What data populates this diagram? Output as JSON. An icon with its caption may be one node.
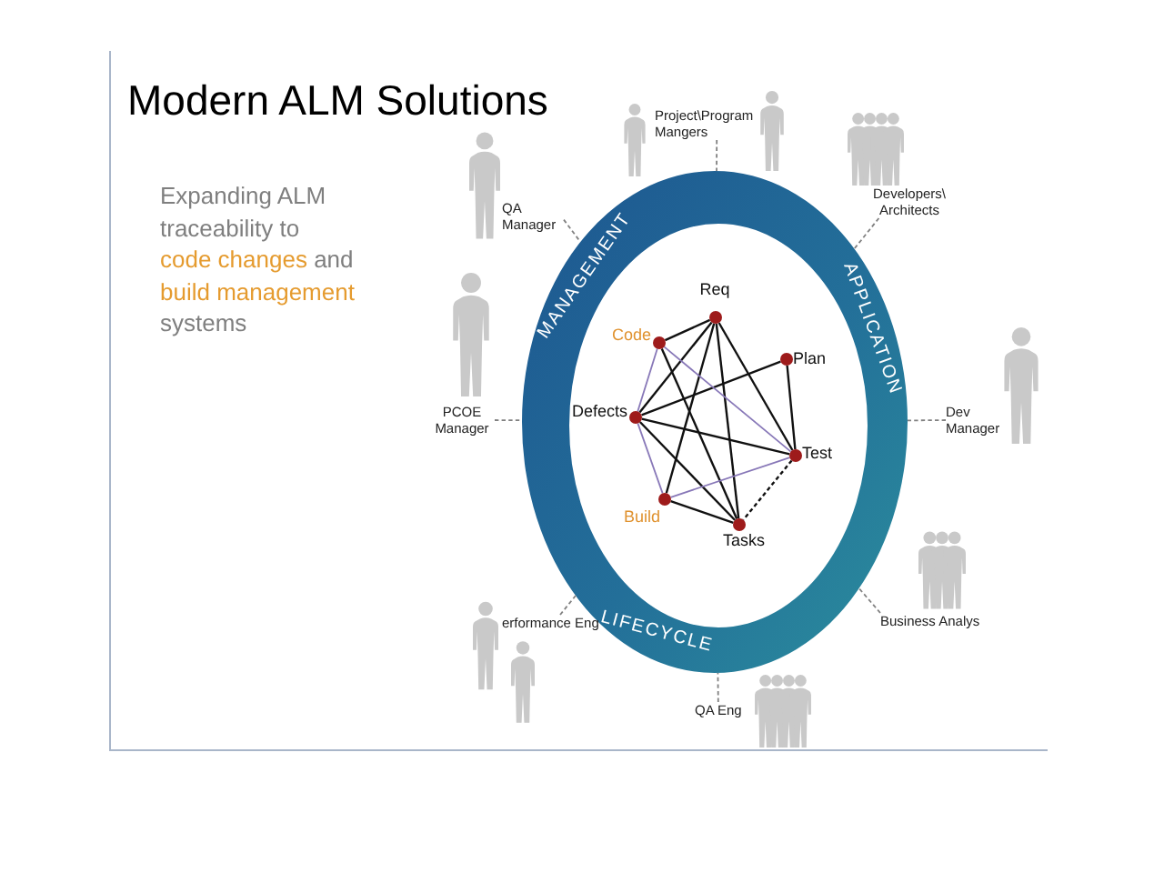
{
  "diagram": {
    "title": "Modern ALM Solutions",
    "nodes": [
      {
        "text": [
          "MANAGEMENT",
          "APPLICATION",
          "LIFECYCLE"
        ]
      },
      {
        "text": [],
        "shape": "circle",
        "in": 0,
        "beside": [
          "Req"
        ]
      },
      {
        "text": [],
        "shape": "circle",
        "in": 0,
        "beside": [
          "Code"
        ]
      },
      {
        "text": [],
        "shape": "circle",
        "in": 0,
        "beside": [
          "Plan"
        ]
      },
      {
        "text": [],
        "shape": "circle",
        "in": 0,
        "beside": [
          "Defects"
        ]
      },
      {
        "text": [],
        "shape": "circle",
        "in": 0,
        "beside": [
          "Test"
        ]
      },
      {
        "text": [],
        "shape": "circle",
        "in": 0,
        "beside": [
          "Build"
        ]
      },
      {
        "text": [],
        "shape": "circle",
        "in": 0,
        "beside": [
          "Tasks"
        ]
      },
      {
        "text": [
          "Project\\Program Mangers"
        ]
      },
      {
        "text": [
          "QA Manager"
        ]
      },
      {
        "text": [
          "Developers\\ Architects"
        ]
      },
      {
        "text": [
          "PCOE Manager"
        ]
      },
      {
        "text": [
          "Dev Manager"
        ]
      },
      {
        "text": [
          "erformance Eng"
        ]
      },
      {
        "text": [
          "Business Analys"
        ]
      },
      {
        "text": [
          "QA Eng"
        ]
      }
    ],
    "edges": [
      {
        "from": 8,
        "to": 0,
        "arrow": "none",
        "style": "dashed",
        "color": "#808080"
      },
      {
        "from": 9,
        "to": 0,
        "arrow": "none",
        "style": "dashed",
        "color": "#808080"
      },
      {
        "from": 10,
        "to": 0,
        "arrow": "none",
        "style": "dashed",
        "color": "#808080"
      },
      {
        "from": 11,
        "to": 0,
        "arrow": "none",
        "style": "dashed",
        "color": "#808080"
      },
      {
        "from": 12,
        "to": 0,
        "arrow": "none",
        "style": "dashed",
        "color": "#808080"
      },
      {
        "from": 13,
        "to": 0,
        "arrow": "none",
        "style": "dashed",
        "color": "#808080"
      },
      {
        "from": 14,
        "to": 0,
        "arrow": "none",
        "style": "dashed",
        "color": "#808080"
      },
      {
        "from": 15,
        "to": 0,
        "arrow": "none",
        "style": "dashed",
        "color": "#808080"
      },
      {
        "from": 1,
        "to": 2,
        "arrow": "none"
      },
      {
        "from": 1,
        "to": 4,
        "arrow": "none"
      },
      {
        "from": 1,
        "to": 5,
        "arrow": "none"
      },
      {
        "from": 1,
        "to": 6,
        "arrow": "none"
      },
      {
        "from": 1,
        "to": 7,
        "arrow": "none"
      },
      {
        "from": 2,
        "to": 7,
        "arrow": "none"
      },
      {
        "from": 3,
        "to": 4,
        "arrow": "none"
      },
      {
        "from": 3,
        "to": 5,
        "arrow": "none"
      },
      {
        "from": 4,
        "to": 5,
        "arrow": "none"
      },
      {
        "from": 4,
        "to": 7,
        "arrow": "none"
      },
      {
        "from": 6,
        "to": 7,
        "arrow": "none"
      },
      {
        "from": 5,
        "to": 7,
        "arrow": "none",
        "style": "dashed"
      },
      {
        "from": 2,
        "to": 4,
        "arrow": "none",
        "color": "#8878b8"
      },
      {
        "from": 4,
        "to": 6,
        "arrow": "none",
        "color": "#8878b8"
      },
      {
        "from": 2,
        "to": 5,
        "arrow": "none",
        "color": "#8878b8"
      },
      {
        "from": 6,
        "to": 5,
        "arrow": "none",
        "color": "#8878b8"
      }
    ],
    "labels": [
      "Expanding ALM traceability to **code changes** and **build management** systems"
    ]
  }
}
